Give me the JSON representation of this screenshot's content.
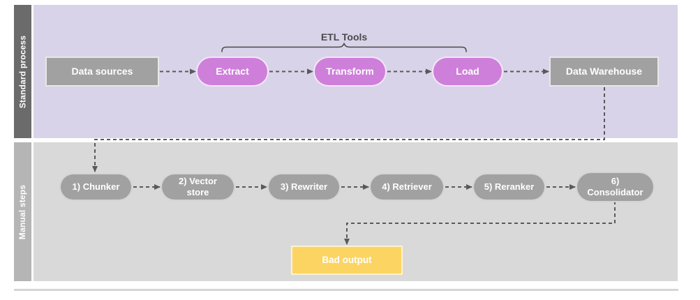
{
  "lanes": {
    "standard": {
      "label": "Standard process"
    },
    "manual": {
      "label": "Manual steps"
    }
  },
  "bracket": {
    "label": "ETL Tools"
  },
  "nodes": {
    "data_sources": "Data sources",
    "extract": "Extract",
    "transform": "Transform",
    "load": "Load",
    "data_warehouse": "Data Warehouse",
    "chunker": "1) Chunker",
    "vector_store": "2) Vector store",
    "rewriter": "3) Rewriter",
    "retriever": "4) Retriever",
    "reranker": "5) Reranker",
    "consolidator": "6) Consolidator",
    "bad_output": "Bad output"
  },
  "colors": {
    "lane_standard_bg": "#d9d3e9",
    "lane_manual_bg": "#d9d9d9",
    "strip_standard_bg": "#6b6b6b",
    "strip_manual_bg": "#b5b5b5",
    "node_gray": "#a1a1a1",
    "node_purple": "#ce7fda",
    "node_yellow": "#fcd462",
    "connector": "#595959",
    "node_text": "#ffffff",
    "bracket_text": "#4a4a4a"
  }
}
